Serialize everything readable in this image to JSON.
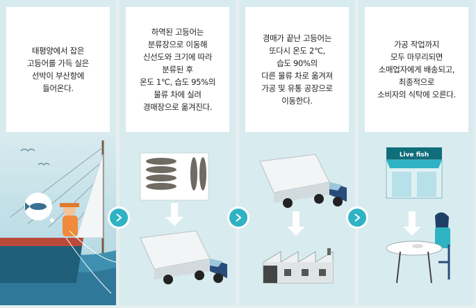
{
  "steps": [
    {
      "text": "태평양에서 잡은\n고등어를 가득 실은\n선박이 부산항에\n들어온다."
    },
    {
      "text": "하역된 고등어는\n분류장으로 이동해\n신선도와 크기에 따라\n분류된 후\n온도 1℃, 습도 95%의\n물류 차에 실려\n경매장으로 옮겨진다."
    },
    {
      "text": "경매가 끝난 고등어는\n또다시 온도 2℃,\n습도 90%의\n다른 물류 차로 옮겨져\n가공 및 유통 공장으로\n이동한다."
    },
    {
      "text": "가공 작업까지\n모두 마무리되면\n소매업자에게 배송되고,\n최종적으로\n소비자의 식탁에 오른다."
    }
  ],
  "store_sign": "Live fish",
  "icons": [
    "chevron-right-icon",
    "fish-icon",
    "truck-icon",
    "factory-icon",
    "store-icon"
  ],
  "colors": {
    "accent": "#2fb3c4",
    "panel": "#d8ebef",
    "sea": "#3e8fb0"
  }
}
